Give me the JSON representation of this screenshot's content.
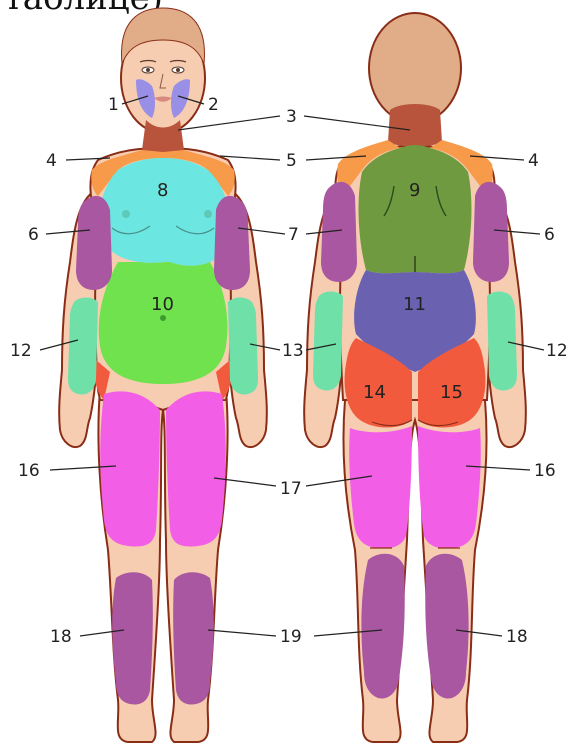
{
  "header": {
    "partial_text": "таблице)"
  },
  "labels": {
    "l1": "1",
    "l2": "2",
    "l3": "3",
    "l4": "4",
    "l5": "5",
    "l6": "6",
    "l7": "7",
    "l8": "8",
    "l9": "9",
    "l10": "10",
    "l11": "11",
    "l12": "12",
    "l13": "13",
    "l14": "14",
    "l15": "15",
    "l16": "16",
    "l17": "17",
    "l18": "18",
    "l19": "19"
  },
  "colors": {
    "skin": "#f7cdb2",
    "outline": "#8a2d17",
    "hair": "#e0ad88",
    "cheek": "#9a8fe6",
    "neck": "#b8533c",
    "shoulder": "#f79a4a",
    "chest": "#6ce6e0",
    "abdomen": "#6fe24d",
    "back": "#6f9a3f",
    "lower_back": "#6a61b0",
    "buttock": "#f25a3e",
    "arm": "#a857a0",
    "forearm": "#6fe0a8",
    "thigh": "#f25fe6",
    "shin": "#a857a0"
  }
}
